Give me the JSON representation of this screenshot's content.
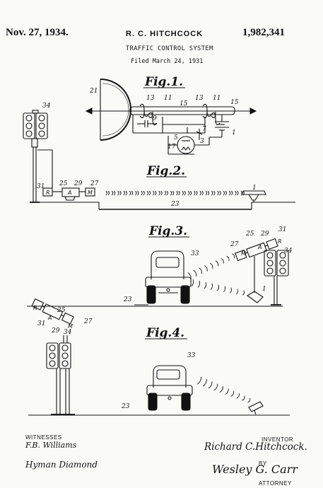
{
  "header": {
    "date": "Nov. 27, 1934.",
    "inventor_header": "R. C. HITCHCOCK",
    "patent_number": "1,982,341",
    "title": "TRAFFIC CONTROL SYSTEM",
    "filed": "Filed March 24, 1931"
  },
  "figures": {
    "fig1_title": "Fig.1.",
    "fig2_title": "Fig.2.",
    "fig3_title": "Fig.3.",
    "fig4_title": "Fig.4."
  },
  "reference_numerals": {
    "n34": "34",
    "n21": "21",
    "n13": "13",
    "n11": "11",
    "n15": "15",
    "n9": "9",
    "n5": "5",
    "n7": "7",
    "n17": "17",
    "n3": "3",
    "n1": "1",
    "n31": "31",
    "n25": "25",
    "n29": "29",
    "n27": "27",
    "n23": "23",
    "n33": "33"
  },
  "box_letters": {
    "relay": "R",
    "amplifier": "A",
    "motor": "M"
  },
  "footer": {
    "witnesses_label": "WITNESSES",
    "witness1": "F.B. Williams",
    "witness2": "Hyman Diamond",
    "inventor_label": "INVENTOR",
    "inventor_name": "Richard C.Hitchcock.",
    "by_label": "BY",
    "attorney_signature": "Wesley G. Carr",
    "attorney_label": "ATTORNEY"
  }
}
